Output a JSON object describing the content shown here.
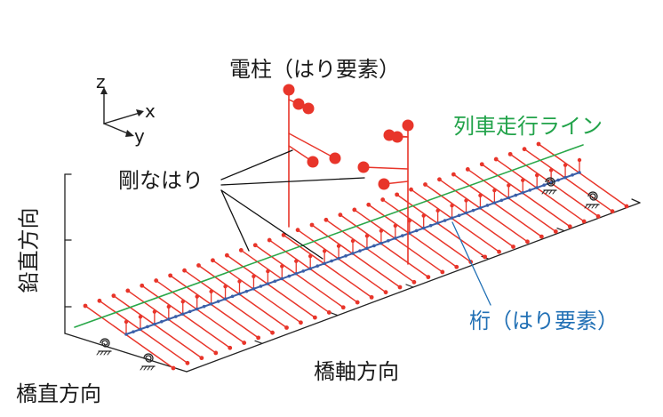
{
  "labels": {
    "pole": "電柱（はり要素）",
    "train_line": "列車走行ライン",
    "rigid_beam": "剛なはり",
    "girder": "桁（はり要素）",
    "vertical_dir": "鉛直方向",
    "bridge_axis_dir": "橋軸方向",
    "transverse_dir": "橋直方向"
  },
  "axes": {
    "z": "z",
    "x": "x",
    "y": "y"
  },
  "colors": {
    "beam": "#e8352a",
    "girder": "#3a5fa8",
    "train_line": "#2aa84a",
    "girder_label": "#2170b5",
    "train_label": "#22a34a",
    "frame": "#222222"
  },
  "icons": {
    "spring_support": "spring-support-icon"
  }
}
